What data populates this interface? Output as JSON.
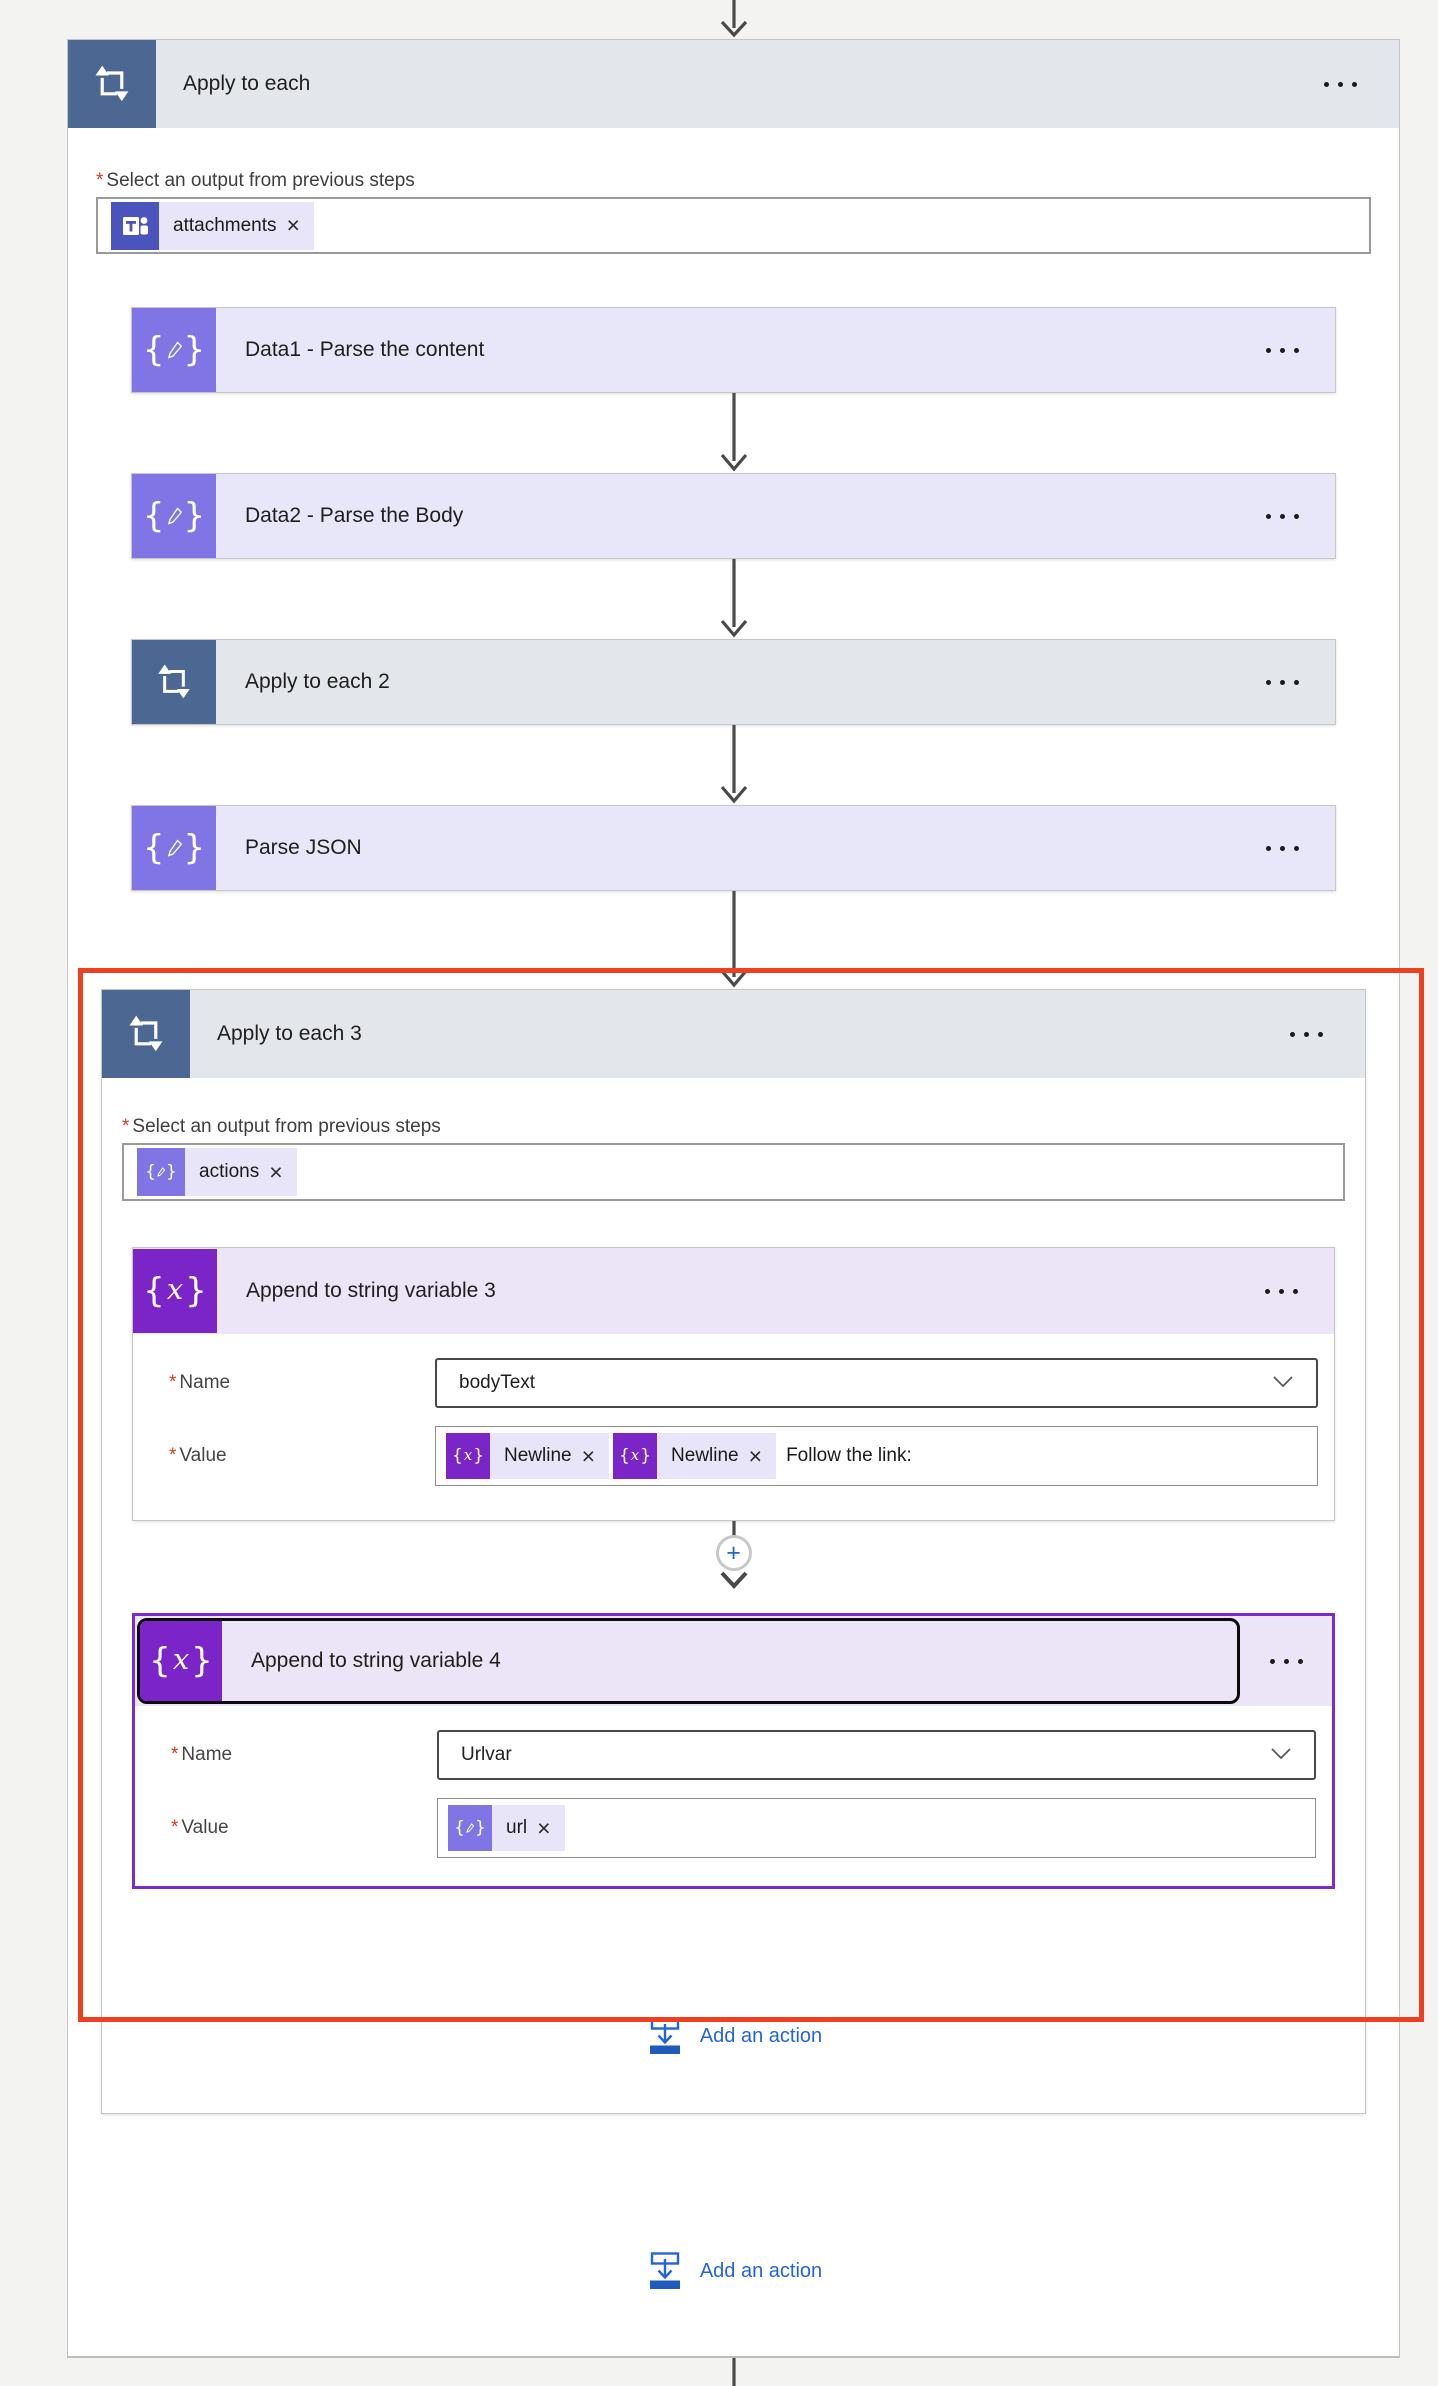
{
  "scope1": {
    "title": "Apply to each",
    "param_required": "*",
    "param_label": "Select an output from previous steps",
    "token": {
      "label": "attachments",
      "remove": "×"
    }
  },
  "cards": {
    "data1": {
      "title": "Data1 - Parse the content"
    },
    "data2": {
      "title": "Data2 - Parse the Body"
    },
    "apply2": {
      "title": "Apply to each 2"
    },
    "parsejson": {
      "title": "Parse JSON"
    }
  },
  "scope3": {
    "title": "Apply to each 3",
    "param_required": "*",
    "param_label": "Select an output from previous steps",
    "token": {
      "label": "actions",
      "remove": "×"
    }
  },
  "append3": {
    "title": "Append to string variable 3",
    "name_required": "*",
    "name_label": "Name",
    "name_value": "bodyText",
    "value_required": "*",
    "value_label": "Value",
    "value_tokens": [
      {
        "label": "Newline",
        "remove": "×"
      },
      {
        "label": "Newline",
        "remove": "×"
      }
    ],
    "value_text": "Follow the link:"
  },
  "insert_plus": "+",
  "append4": {
    "title": "Append to string variable 4",
    "name_required": "*",
    "name_label": "Name",
    "name_value": "Urlvar",
    "value_required": "*",
    "value_label": "Value",
    "value_token": {
      "label": "url",
      "remove": "×"
    }
  },
  "add_action_inner": {
    "label": "Add an action"
  },
  "add_action_outer": {
    "label": "Add an action"
  },
  "colors": {
    "loop_slate": "#4c6791",
    "variable_purple": "#7b25c9",
    "parsejson_slateblue": "#8175e6",
    "teams_indigo": "#4b53bc",
    "annotation_red": "#ee401f",
    "action_blue": "#2264dc",
    "selection_purple": "#7b2bd0"
  }
}
